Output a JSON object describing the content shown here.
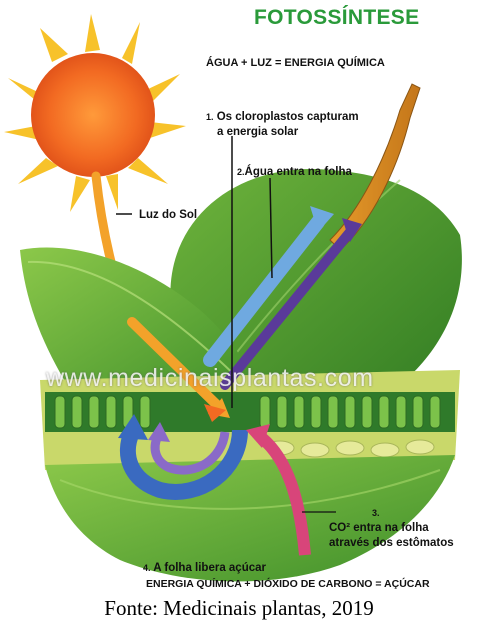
{
  "title": "FOTOSSÍNTESE",
  "equation_top": "ÁGUA + LUZ = ENERGIA QUÍMICA",
  "labels": {
    "chloroplasts_num": "1.",
    "chloroplasts_line1": "Os cloroplastos capturam",
    "chloroplasts_line2": "a energia solar",
    "water_num": "2.",
    "water": "Água entra na folha",
    "sunlight": "Luz do Sol",
    "co2_num": "3.",
    "co2_line1": "CO² entra na folha",
    "co2_line2": "através dos estômatos",
    "sugar_num": "4.",
    "sugar": "A folha libera açúcar"
  },
  "equation_bottom": "ENERGIA QUÍMICA + DIÓXIDO DE CARBONO = AÇÚCAR",
  "watermark": "www.medicinaisplantas.com",
  "caption": "Fonte: Medicinais plantas, 2019",
  "colors": {
    "title": "#2a9a3a",
    "sun": "#f26a22",
    "sun_rays": "#f7c22a",
    "leaf": "#5aa83a",
    "water_arrow": "#6fa9e0",
    "energy_arrow": "#5a3a9a",
    "co2_arrow": "#d8457a",
    "sugar_arrow": "#3a6ac0"
  }
}
